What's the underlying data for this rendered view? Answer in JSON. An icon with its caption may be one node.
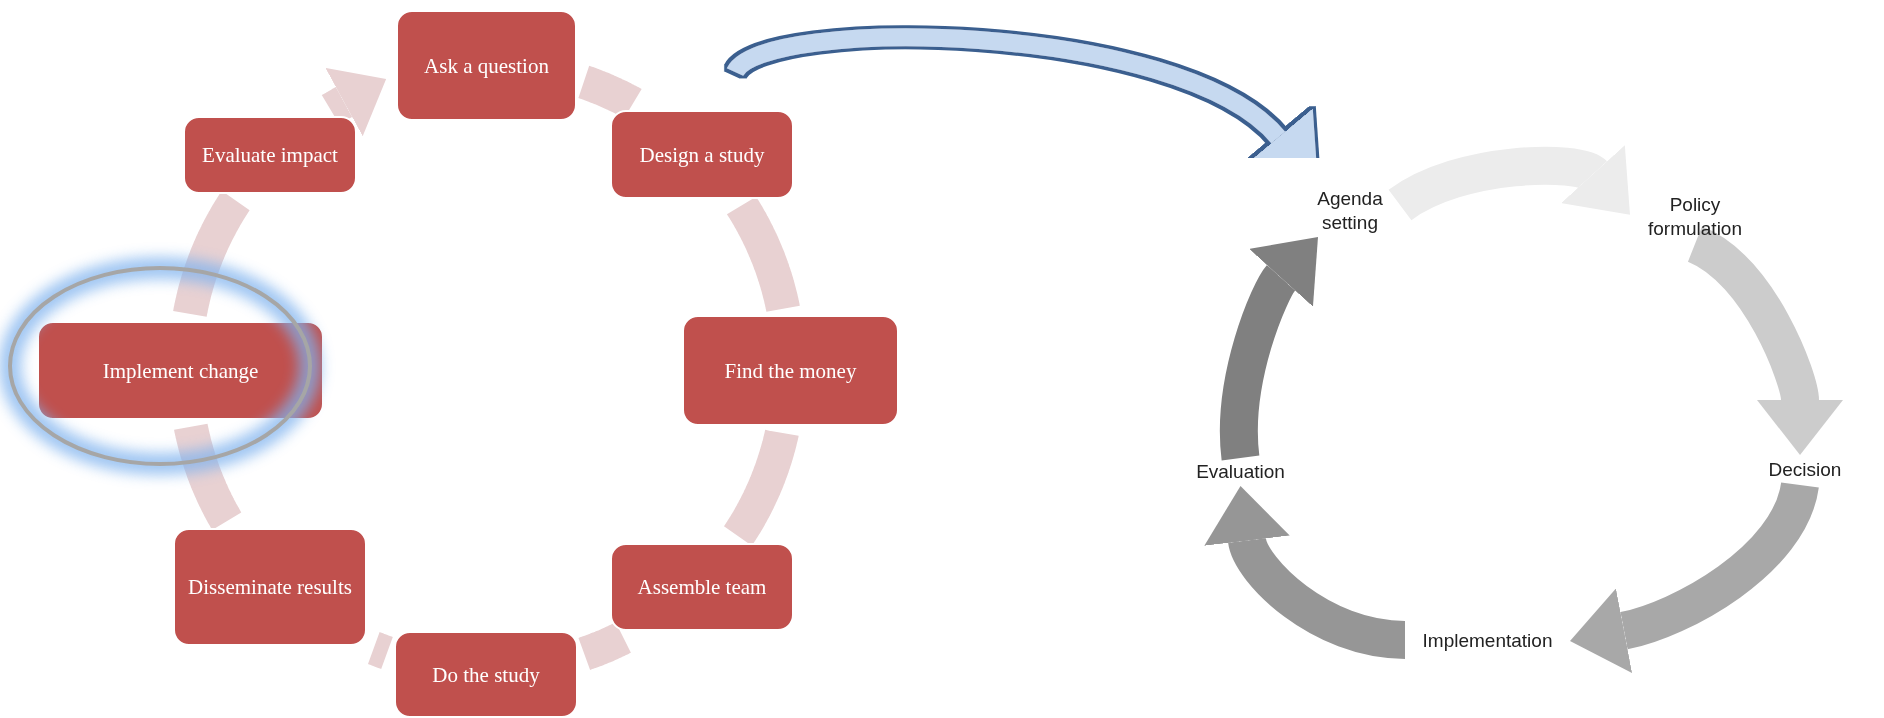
{
  "diagram": {
    "nodes": [
      {
        "text": [
          "Ask a question"
        ]
      },
      {
        "text": [
          "Design a study"
        ]
      },
      {
        "text": [
          "Find the money"
        ]
      },
      {
        "text": [
          "Assemble team"
        ]
      },
      {
        "text": [
          "Do the study"
        ]
      },
      {
        "text": [
          "Disseminate results"
        ]
      },
      {
        "text": [
          "Implement change"
        ]
      },
      {
        "text": [
          "Evaluate impact"
        ]
      },
      {
        "text": [
          "Agenda setting"
        ]
      },
      {
        "text": [
          "Policy formulation"
        ]
      },
      {
        "text": [
          "Decision"
        ]
      },
      {
        "text": [
          "Implementation"
        ]
      },
      {
        "text": [
          "Evaluation"
        ]
      }
    ],
    "edges": [
      {
        "from": 0,
        "to": 1,
        "arrow": "none",
        "color": "#e8d1d2"
      },
      {
        "from": 1,
        "to": 2,
        "arrow": "none",
        "color": "#e8d1d2"
      },
      {
        "from": 2,
        "to": 3,
        "arrow": "none",
        "color": "#e8d1d2"
      },
      {
        "from": 3,
        "to": 4,
        "arrow": "none",
        "color": "#e8d1d2"
      },
      {
        "from": 4,
        "to": 5,
        "arrow": "none",
        "color": "#e8d1d2"
      },
      {
        "from": 5,
        "to": 6,
        "arrow": "none",
        "color": "#e8d1d2"
      },
      {
        "from": 6,
        "to": 7,
        "arrow": "none",
        "color": "#e8d1d2"
      },
      {
        "from": 7,
        "to": 0,
        "arrow": "to",
        "color": "#e8d1d2"
      },
      {
        "from": 8,
        "to": 9,
        "arrow": "to",
        "color": "#ececec"
      },
      {
        "from": 9,
        "to": 10,
        "arrow": "to",
        "color": "#cccccc"
      },
      {
        "from": 10,
        "to": 11,
        "arrow": "to",
        "color": "#a8a8a8"
      },
      {
        "from": 11,
        "to": 12,
        "arrow": "to",
        "color": "#969696"
      },
      {
        "from": 12,
        "to": 8,
        "arrow": "to",
        "color": "#808080"
      },
      {
        "from": null,
        "to": 8,
        "arrow": "to",
        "color": "#c6d9f0"
      }
    ]
  }
}
